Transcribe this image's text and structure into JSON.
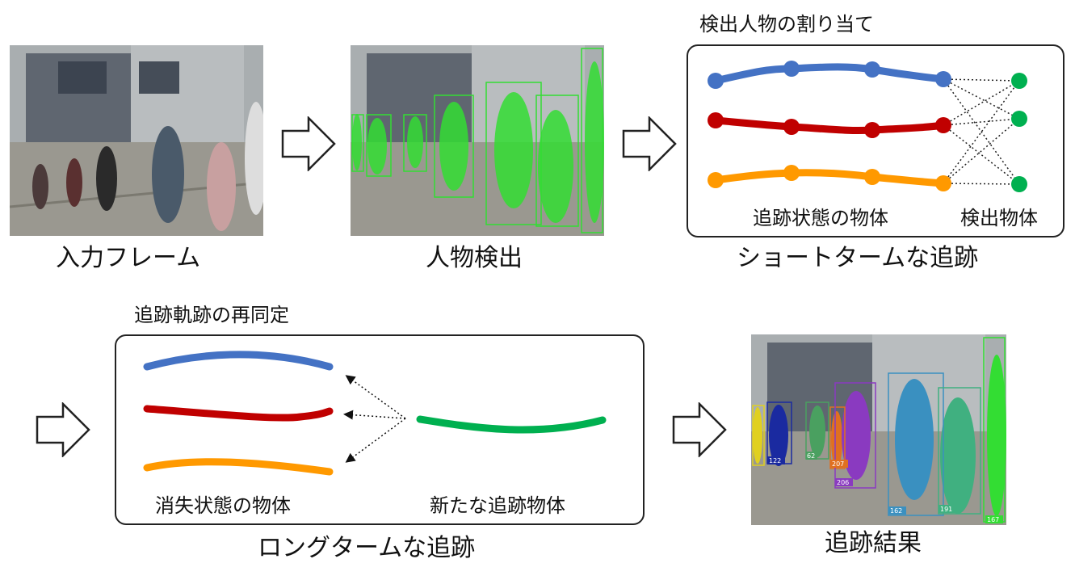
{
  "row1": {
    "input_frame_caption": "入力フレーム",
    "person_detection_caption": "人物検出",
    "short_term": {
      "title": "検出人物の割り当て",
      "tracked_objects_label": "追跡状態の物体",
      "detected_objects_label": "検出物体",
      "caption": "ショートタームな追跡"
    }
  },
  "row2": {
    "long_term": {
      "title": "追跡軌跡の再同定",
      "lost_objects_label": "消失状態の物体",
      "new_objects_label": "新たな追跡物体",
      "caption": "ロングタームな追跡"
    },
    "result": {
      "caption": "追跡結果",
      "id_labels": [
        "122",
        "62",
        "207",
        "206",
        "162",
        "191",
        "167"
      ]
    }
  },
  "colors": {
    "blue": "#4472c4",
    "red": "#c00000",
    "orange": "#ff9900",
    "green": "#00b050",
    "detection_green": "#33dd33"
  }
}
